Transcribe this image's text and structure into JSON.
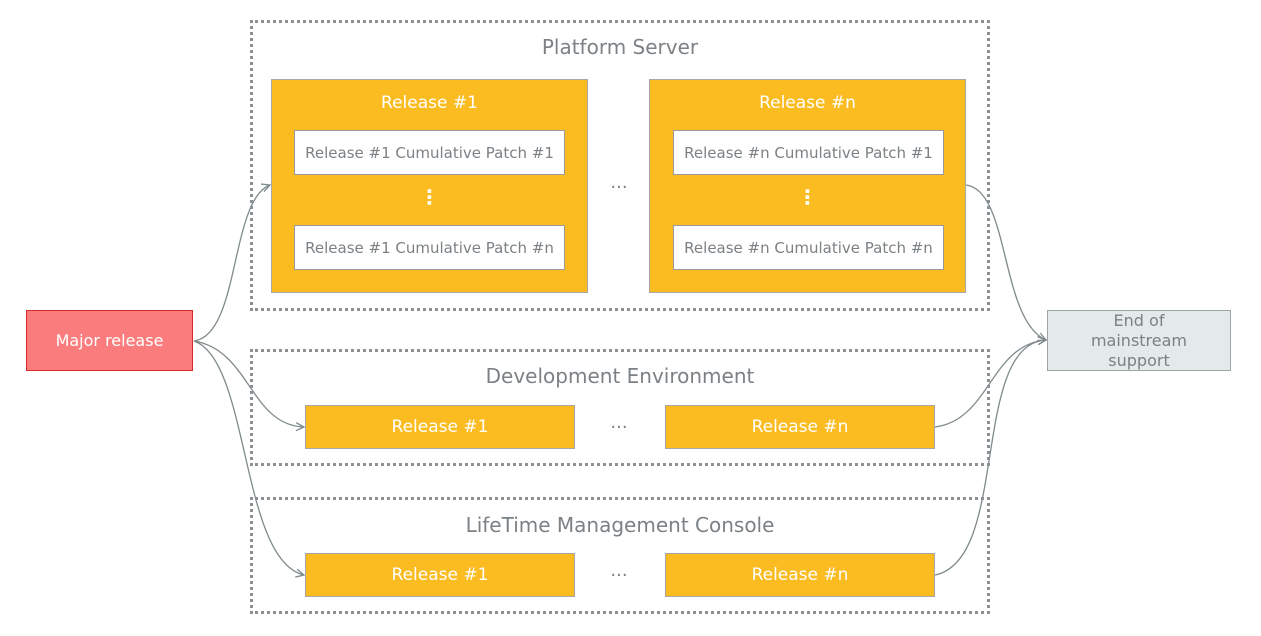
{
  "major_release": "Major release",
  "end_of_support": "End of mainstream support",
  "ellipsis": "...",
  "vertical_ellipsis": "⋮",
  "platform_server": {
    "title": "Platform Server",
    "releases": [
      {
        "title": "Release #1",
        "patches": [
          "Release #1 Cumulative Patch #1",
          "Release #1 Cumulative Patch #n"
        ]
      },
      {
        "title": "Release #n",
        "patches": [
          "Release #n Cumulative Patch #1",
          "Release #n Cumulative Patch #n"
        ]
      }
    ]
  },
  "development_environment": {
    "title": "Development Environment",
    "releases": [
      "Release #1",
      "Release #n"
    ]
  },
  "lifetime_console": {
    "title": "LifeTime Management Console",
    "releases": [
      "Release #1",
      "Release #n"
    ]
  },
  "colors": {
    "release": "#fbbc22",
    "major_release": "#fb7c7c",
    "end_of_support": "#e4e9e9",
    "connector": "#7f8a8c"
  }
}
